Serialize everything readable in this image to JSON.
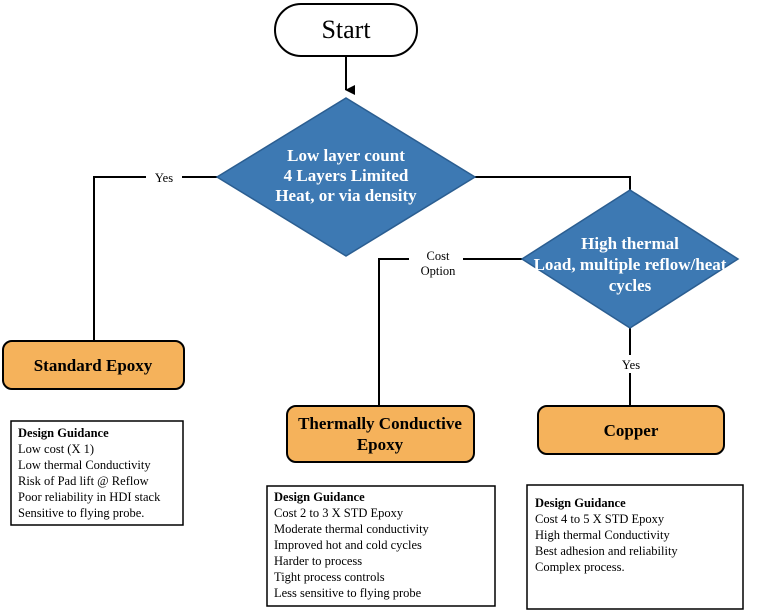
{
  "start": {
    "label": "Start"
  },
  "decision1": {
    "lines": [
      "Low layer count",
      "4 Layers Limited",
      "Heat, or via density"
    ]
  },
  "decision2": {
    "lines": [
      "High thermal",
      "Load, multiple reflow/heat",
      "cycles"
    ]
  },
  "edges": {
    "yes_left": "Yes",
    "yes_down": "Yes",
    "cost_option": [
      "Cost",
      "Option"
    ]
  },
  "outcomes": {
    "standard_epoxy": {
      "lines": [
        "Standard Epoxy"
      ],
      "guidance": {
        "title": "Design Guidance",
        "items": [
          "Low cost (X 1)",
          "Low thermal Conductivity",
          "Risk of Pad lift @ Reflow",
          "Poor reliability in HDI stack",
          "Sensitive to flying probe."
        ]
      }
    },
    "thermally_conductive_epoxy": {
      "lines": [
        "Thermally Conductive",
        "Epoxy"
      ],
      "guidance": {
        "title": "Design Guidance",
        "items": [
          "Cost 2 to 3 X STD Epoxy",
          "Moderate thermal conductivity",
          "Improved  hot and cold cycles",
          "Harder to process",
          "Tight process controls",
          "Less sensitive to flying probe"
        ]
      }
    },
    "copper": {
      "lines": [
        "Copper"
      ],
      "guidance": {
        "title": "Design Guidance",
        "items": [
          "Cost 4 to 5 X STD Epoxy",
          "High thermal Conductivity",
          "Best adhesion and reliability",
          "Complex process."
        ]
      }
    }
  },
  "colors": {
    "diamond_fill": "#3d79b3",
    "diamond_stroke": "#2b5e91",
    "box_fill": "#f5b25b",
    "box_stroke": "#000000",
    "line": "#000000"
  }
}
